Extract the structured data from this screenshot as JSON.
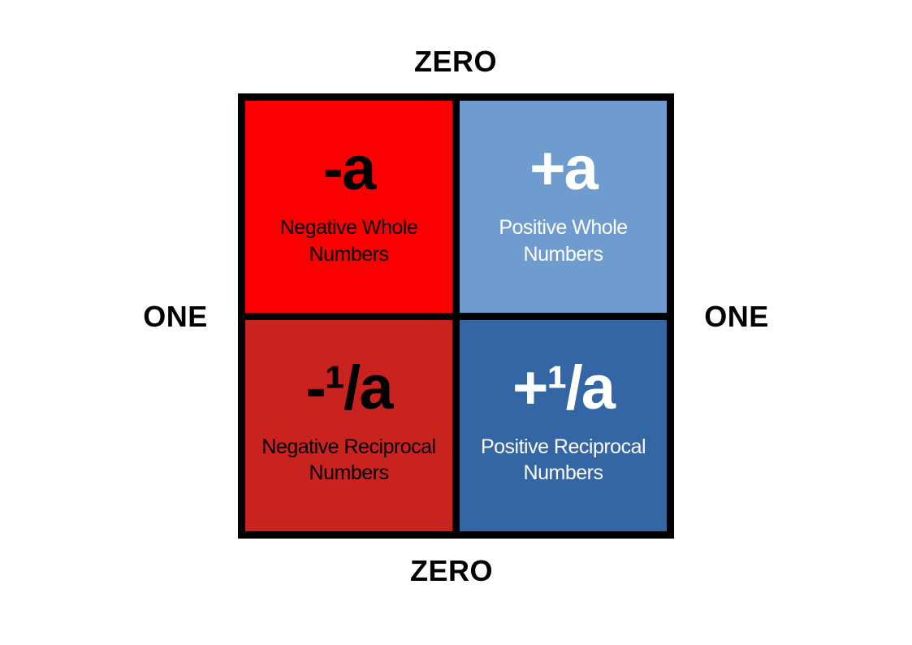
{
  "diagram": {
    "type": "quadrant-diagram",
    "axis_labels": {
      "top": "ZERO",
      "bottom": "ZERO",
      "left": "ONE",
      "right": "ONE"
    },
    "quadrants": {
      "top_left": {
        "formula": "-a",
        "label": "Negative Whole\nNumbers",
        "bg": "#fb0000",
        "text_color": "#000000",
        "style": "background-color:#fb0000;color:#000000"
      },
      "top_right": {
        "formula": "+a",
        "label": "Positive Whole\nNumbers",
        "bg": "#6f9cce",
        "text_color": "#ffffff",
        "style": "background-color:#6f9cce;color:#ffffff"
      },
      "bottom_left": {
        "formula": "-¹/a",
        "label": "Negative Reciprocal\nNumbers",
        "bg": "#c9221f",
        "text_color": "#000000",
        "style": "background-color:#c9221f;color:#000000"
      },
      "bottom_right": {
        "formula": "+¹/a",
        "label": "Positive Reciprocal\nNumbers",
        "bg": "#3466a5",
        "text_color": "#ffffff",
        "style": "background-color:#3466a5;color:#ffffff"
      }
    },
    "colors": {
      "border": "#000000",
      "background": "#ffffff"
    }
  }
}
